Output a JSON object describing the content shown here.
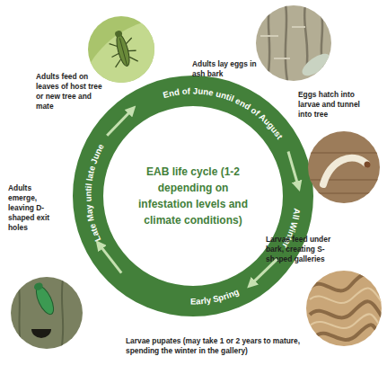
{
  "diagram": {
    "nodes": [
      {
        "text": [
          "End of June until end of August",
          "All Winter",
          "Early Spring",
          "Late May until late June"
        ]
      },
      {
        "text": [
          "EAB life cycle (1-2 depending on infestation levels and climate conditions)"
        ],
        "in": 0
      },
      {
        "text": [
          "Adults feed on leaves of host tree or new tree and mate"
        ]
      },
      {
        "text": [
          "Adults lay eggs in ash bark"
        ]
      },
      {
        "text": [
          "Eggs hatch into larvae and tunnel into tree"
        ]
      },
      {
        "text": [
          "Larvae feed under bark, creating S-shaped galleries"
        ]
      },
      {
        "text": [
          "Adults emerge, leaving D-shaped exit holes"
        ]
      }
    ],
    "labels": [
      "Larvae pupates (may take 1 or 2 years to mature, spending the winter in the gallery)"
    ]
  }
}
